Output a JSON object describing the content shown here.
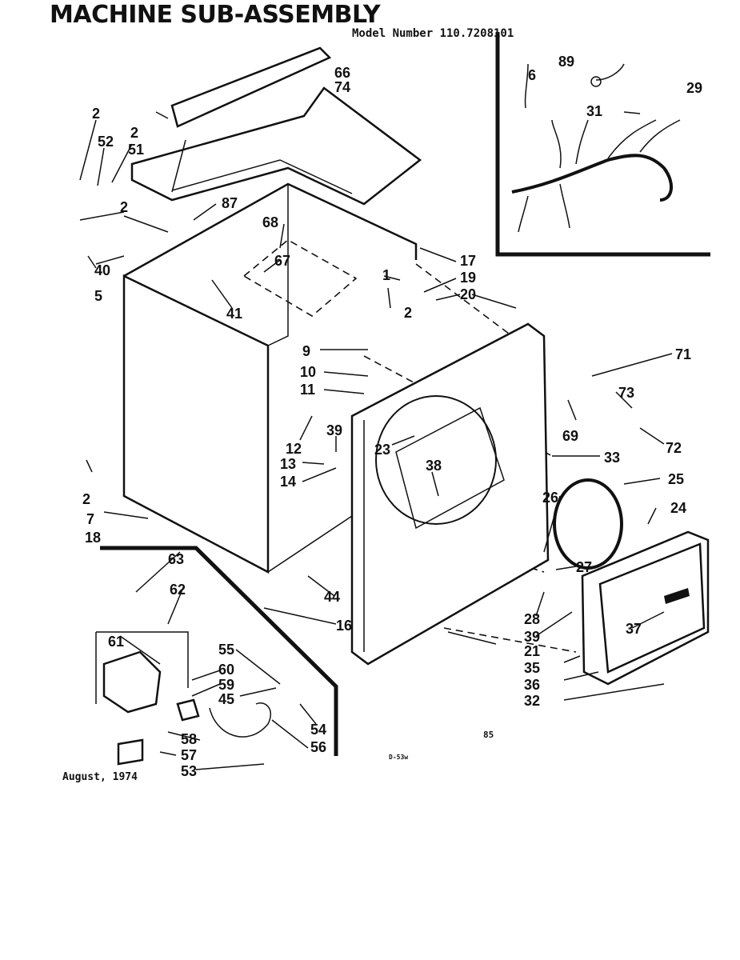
{
  "header": {
    "title": "MACHINE SUB-ASSEMBLY",
    "model_number": "Model Number 110.7208101"
  },
  "footer": {
    "date": "August, 1974",
    "page_code": "85",
    "drawing_code": "D-53w"
  },
  "callouts": {
    "c2a": "2",
    "c52": "52",
    "c2b": "2",
    "c51": "51",
    "c2c": "2",
    "c87": "87",
    "c66": "66",
    "c74": "74",
    "c68": "68",
    "c67": "67",
    "c40": "40",
    "c5": "5",
    "c41": "41",
    "c17": "17",
    "c1": "1",
    "c19": "19",
    "c20": "20",
    "c2d": "2",
    "c6": "6",
    "c89": "89",
    "c29": "29",
    "c31": "31",
    "c9": "9",
    "c10": "10",
    "c11": "11",
    "c12": "12",
    "c39a": "39",
    "c13": "13",
    "c14": "14",
    "c23": "23",
    "c38": "38",
    "c71": "71",
    "c73": "73",
    "c69": "69",
    "c72": "72",
    "c33": "33",
    "c25": "25",
    "c26": "26",
    "c24": "24",
    "c2e": "2",
    "c7": "7",
    "c18": "18",
    "c63": "63",
    "c62": "62",
    "c61": "61",
    "c44": "44",
    "c16": "16",
    "c27": "27",
    "c28": "28",
    "c39b": "39",
    "c37": "37",
    "c21": "21",
    "c35": "35",
    "c36": "36",
    "c32": "32",
    "c55": "55",
    "c60": "60",
    "c59": "59",
    "c45": "45",
    "c54": "54",
    "c58": "58",
    "c57": "57",
    "c56": "56",
    "c53": "53"
  }
}
